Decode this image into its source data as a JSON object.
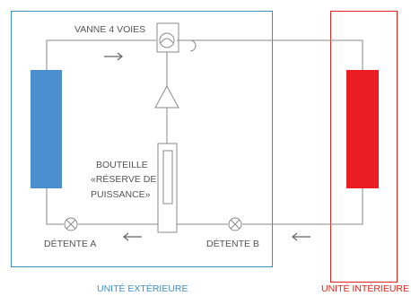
{
  "labels": {
    "valve": "VANNE 4 VOIES",
    "bottle": [
      "BOUTEILLE",
      "«RÉSERVE DE",
      "PUISSANCE»"
    ],
    "expansion_a": "DÉTENTE A",
    "expansion_b": "DÉTENTE B",
    "outdoor_unit": "UNITÉ EXTÉRIEURE",
    "indoor_unit": "UNITÉ INTÉRIEURE"
  },
  "colors": {
    "outdoor": "#3d8fc9",
    "outdoor_coil": "#4b8fd0",
    "indoor": "#e2231a",
    "indoor_coil": "#ec1c24",
    "pipe": "#8a8a8a",
    "text": "#555555"
  },
  "flow_arrows": [
    "right",
    "left",
    "left"
  ]
}
